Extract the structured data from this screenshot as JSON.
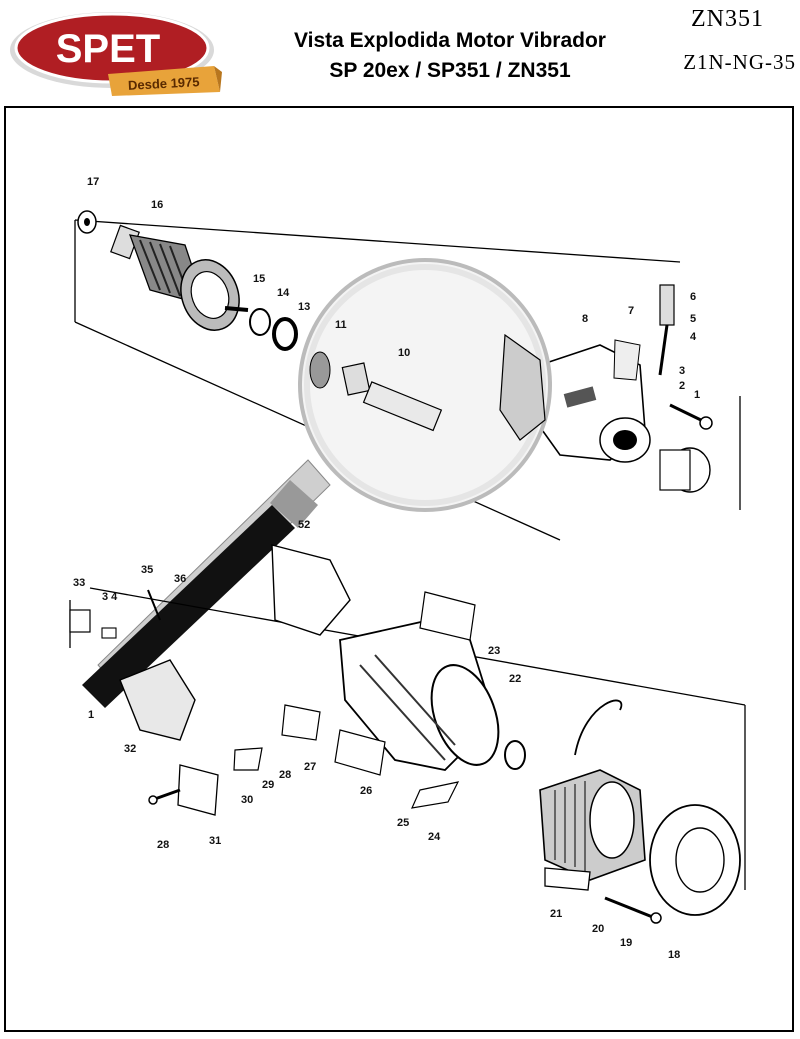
{
  "header": {
    "logo_text": "SPET",
    "logo_since": "Desde 1975",
    "title_line1": "Vista Explodida Motor Vibrador",
    "title_line2": "SP 20ex / SP351 / ZN351",
    "model_code": "ZN351",
    "ref_code": "Z1N-NG-35"
  },
  "colors": {
    "logo_red": "#b01e23",
    "logo_ribbon": "#e8a33a"
  },
  "parts": {
    "p1": "1",
    "p2": "2",
    "p3": "3",
    "p4": "4",
    "p5": "5",
    "p6": "6",
    "p7": "7",
    "p8": "8",
    "p10": "10",
    "p11": "11",
    "p13": "13",
    "p14": "14",
    "p15": "15",
    "p16": "16",
    "p17": "17",
    "p18": "18",
    "p19": "19",
    "p20": "20",
    "p21": "21",
    "p22": "22",
    "p23": "23",
    "p24": "24",
    "p25": "25",
    "p26": "26",
    "p27": "27",
    "p28a": "28",
    "p28b": "28",
    "p29": "29",
    "p30": "30",
    "p31": "31",
    "p32": "32",
    "p33": "33",
    "p34": "3 4",
    "p35": "35",
    "p36": "36",
    "p52": "52",
    "p1b": "1"
  }
}
